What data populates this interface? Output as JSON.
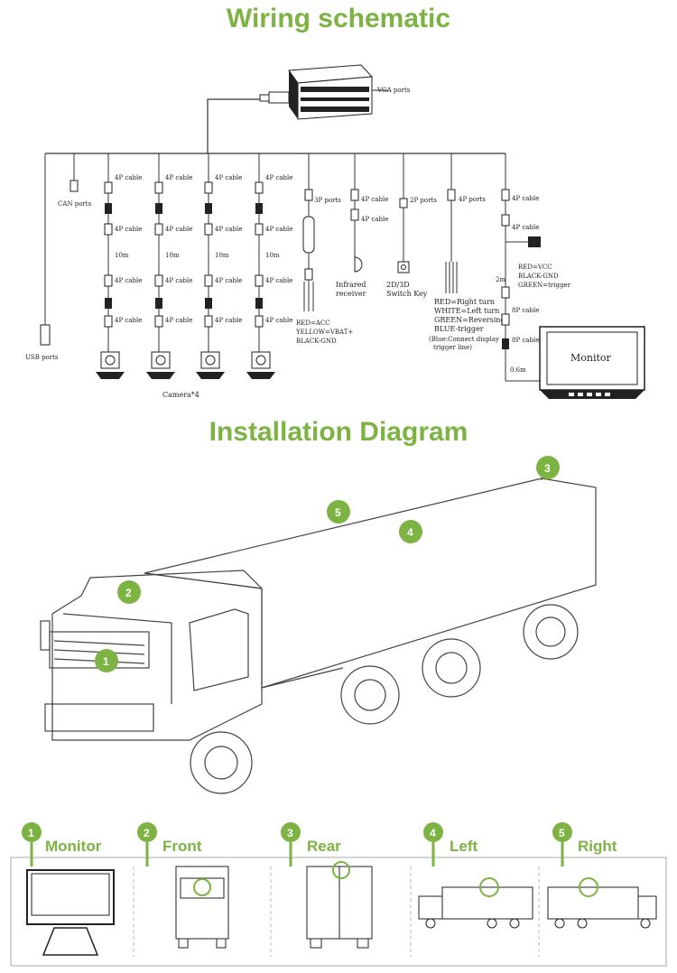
{
  "titles": {
    "wiring": "Wiring schematic",
    "installation": "Installation Diagram"
  },
  "wiring": {
    "vga": "VGA ports",
    "can": "CAN ports",
    "usb": "USB ports",
    "cable_4p": "4P cable",
    "cable_10m": "10m",
    "ports_3p": "3P ports",
    "ports_2p": "2P ports",
    "ports_4p": "4P ports",
    "cable_8p": "8P cable",
    "len_2m": "2m",
    "len_06m": "0.6m",
    "cameras": "Camera*4",
    "ir_line1": "Infrared",
    "ir_line2": "receiver",
    "key_line1": "2D/3D",
    "key_line2": "Switch Key",
    "power": [
      "RED=ACC",
      "YELLOW=VBAT+",
      "BLACK-GND"
    ],
    "trigger": [
      "RED=Right turn",
      "WHITE=Left turn",
      "GREEN=Reversing",
      "BLUE-trigger"
    ],
    "trigger_note": [
      "(Blue:Connect display",
      "trigger line)"
    ],
    "vcc": [
      "RED=VCC",
      "BLACK-GND",
      "GREEN=trigger"
    ],
    "monitor": "Monitor"
  },
  "markers": [
    "1",
    "2",
    "3",
    "4",
    "5"
  ],
  "legend": [
    {
      "num": "1",
      "label": "Monitor"
    },
    {
      "num": "2",
      "label": "Front"
    },
    {
      "num": "3",
      "label": "Rear"
    },
    {
      "num": "4",
      "label": "Left"
    },
    {
      "num": "5",
      "label": "Right"
    }
  ],
  "colors": {
    "accent": "#7cb342",
    "line": "#333333"
  }
}
